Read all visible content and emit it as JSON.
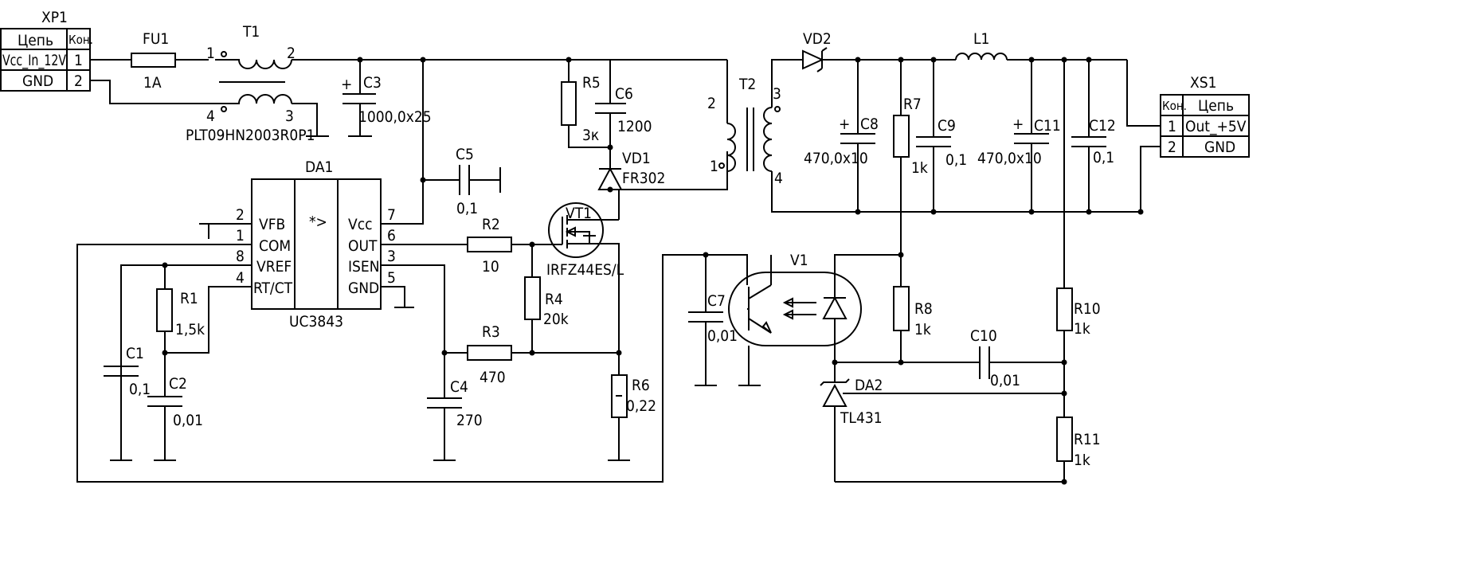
{
  "connectors": {
    "xp1": {
      "ref": "XP1",
      "header": [
        "Цепь",
        "Кон."
      ],
      "rows": [
        [
          "Vcc_In_12V",
          "1"
        ],
        [
          "GND",
          "2"
        ]
      ]
    },
    "xs1": {
      "ref": "XS1",
      "header": [
        "Кон.",
        "Цепь"
      ],
      "rows": [
        [
          "1",
          "Out_+5V"
        ],
        [
          "2",
          "GND"
        ]
      ]
    }
  },
  "components": {
    "fu1": {
      "ref": "FU1",
      "value": "1A"
    },
    "t1": {
      "ref": "T1",
      "value": "PLT09HN2003R0P1",
      "pins": [
        "1",
        "2",
        "4",
        "3"
      ]
    },
    "c3": {
      "ref": "C3",
      "value": "1000,0x25"
    },
    "r5": {
      "ref": "R5",
      "value": "3к"
    },
    "c6": {
      "ref": "C6",
      "value": "1200"
    },
    "vd1": {
      "ref": "VD1",
      "value": "FR302"
    },
    "c5": {
      "ref": "C5",
      "value": "0,1"
    },
    "vt1": {
      "ref": "VT1",
      "value": "IRFZ44ES/L"
    },
    "t2": {
      "ref": "T2",
      "pins": [
        "2",
        "3",
        "1",
        "4"
      ]
    },
    "vd2": {
      "ref": "VD2"
    },
    "l1": {
      "ref": "L1"
    },
    "c8": {
      "ref": "C8",
      "value": "470,0x10"
    },
    "r7": {
      "ref": "R7",
      "value": "1k"
    },
    "c9": {
      "ref": "C9",
      "value": "0,1"
    },
    "c11": {
      "ref": "C11",
      "value": "470,0x10"
    },
    "c12": {
      "ref": "C12",
      "value": "0,1"
    },
    "da1": {
      "ref": "DA1",
      "value": "UC3843",
      "symbol": "*>",
      "left_pins": [
        [
          "2",
          "VFB"
        ],
        [
          "1",
          "COM"
        ],
        [
          "8",
          "VREF"
        ],
        [
          "4",
          "RT/CT"
        ]
      ],
      "right_pins": [
        [
          "7",
          "Vcc"
        ],
        [
          "6",
          "OUT"
        ],
        [
          "3",
          "ISEN"
        ],
        [
          "5",
          "GND"
        ]
      ]
    },
    "r1": {
      "ref": "R1",
      "value": "1,5k"
    },
    "c1": {
      "ref": "C1",
      "value": "0,1"
    },
    "c2": {
      "ref": "C2",
      "value": "0,01"
    },
    "r2": {
      "ref": "R2",
      "value": "10"
    },
    "r3": {
      "ref": "R3",
      "value": "470"
    },
    "r4": {
      "ref": "R4",
      "value": "20k"
    },
    "c4": {
      "ref": "C4",
      "value": "270"
    },
    "r6": {
      "ref": "R6",
      "value": "0,22"
    },
    "c7": {
      "ref": "C7",
      "value": "0,01"
    },
    "v1": {
      "ref": "V1"
    },
    "r8": {
      "ref": "R8",
      "value": "1k"
    },
    "c10": {
      "ref": "C10",
      "value": "0,01"
    },
    "da2": {
      "ref": "DA2",
      "value": "TL431"
    },
    "r10": {
      "ref": "R10",
      "value": "1k"
    },
    "r11": {
      "ref": "R11",
      "value": "1k"
    }
  },
  "polarity_mark": "+"
}
